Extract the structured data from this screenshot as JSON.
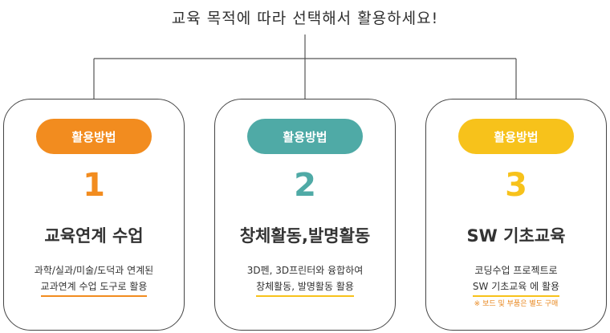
{
  "heading": "교육 목적에 따라 선택해서 활용하세요!",
  "colors": {
    "orange": "#f28c1f",
    "teal": "#4faaa6",
    "yellow": "#f7c21b",
    "line": "#555555"
  },
  "cards": [
    {
      "pill": "활용방법",
      "number": "1",
      "title": "교육연계 수업",
      "line1": "과학/실과/미술/도덕과 연계된",
      "line2": "교과연계 수업 도구로 활용"
    },
    {
      "pill": "활용방법",
      "number": "2",
      "title": "창체활동,발명활동",
      "line1": "3D펜, 3D프린터와 융합하여",
      "line2": "창체활동, 발명활동 활용"
    },
    {
      "pill": "활용방법",
      "number": "3",
      "title": "SW 기초교육",
      "line1": "코딩수업 프로젝트로",
      "line2": "SW 기초교육 에 활용",
      "note": "※ 보드 및 부품은 별도 구매"
    }
  ]
}
